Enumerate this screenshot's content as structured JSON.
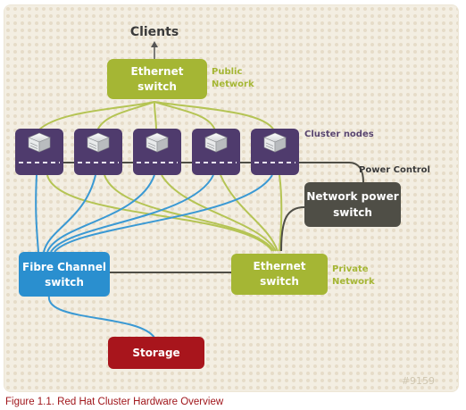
{
  "diagram": {
    "clients_label": "Clients",
    "public_switch": {
      "line1": "Ethernet",
      "line2": "switch"
    },
    "public_network_label": {
      "line1": "Public",
      "line2": "Network"
    },
    "cluster_nodes_label": "Cluster nodes",
    "power_control_label": "Power Control",
    "network_power_switch": {
      "line1": "Network power",
      "line2": "switch"
    },
    "fibre_channel_switch": {
      "line1": "Fibre Channel",
      "line2": "switch"
    },
    "private_switch": {
      "line1": "Ethernet",
      "line2": "switch"
    },
    "private_network_label": {
      "line1": "Private",
      "line2": "Network"
    },
    "storage_label": "Storage",
    "figure_id": "#9159",
    "nodes": [
      {
        "id": 1
      },
      {
        "id": 2
      },
      {
        "id": 3
      },
      {
        "id": 4
      },
      {
        "id": 5
      }
    ]
  },
  "caption": "Figure 1.1. Red Hat Cluster Hardware Overview",
  "colors": {
    "background": "#f3eee2",
    "dots": "#e6dcc8",
    "ethernet_green": "#a5b634",
    "node_purple": "#4f3b6d",
    "power_gray": "#4f4e46",
    "fibre_blue": "#2a8fcf",
    "storage_red": "#a8151c",
    "ethernet_line": "#b5c454",
    "fibre_line": "#3a99d4",
    "label_purple": "#59456f",
    "caption_red": "#a0161b"
  }
}
